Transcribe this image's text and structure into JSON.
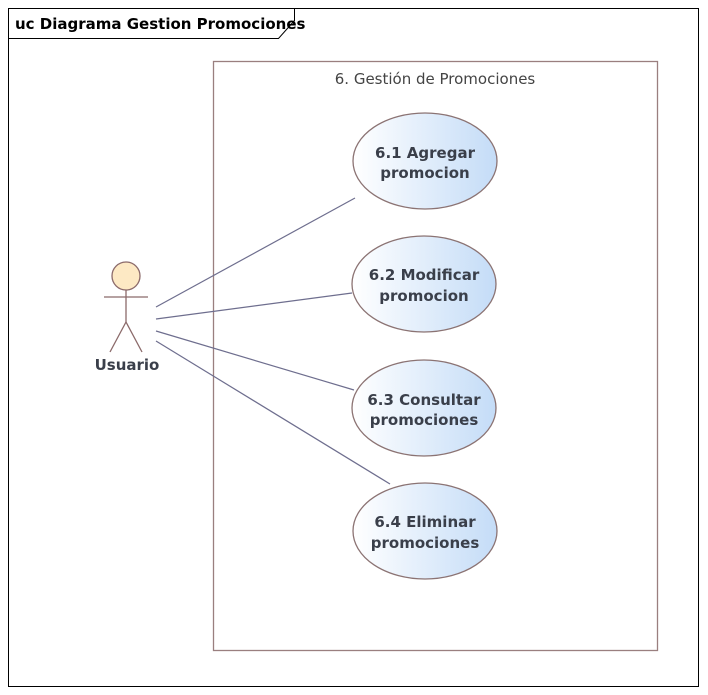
{
  "diagram": {
    "frame_title": "uc Diagrama Gestion Promociones",
    "boundary_title": "6. Gestión de Promociones",
    "actor": {
      "name": "Usuario"
    },
    "use_cases": [
      {
        "line1": "6.1 Agregar",
        "line2": "promocion"
      },
      {
        "line1": "6.2 Modificar",
        "line2": "promocion"
      },
      {
        "line1": "6.3 Consultar",
        "line2": "promociones"
      },
      {
        "line1": "6.4 Eliminar",
        "line2": "promociones"
      }
    ]
  },
  "colors": {
    "frame": "#000000",
    "boundary": "#9a7f7f",
    "association": "#6e6e8e",
    "actor_head": "#fde9c4",
    "actor_stroke": "#8b6a6a",
    "usecase_fill_light": "#ffffff",
    "usecase_fill_dark": "#c4dcf7",
    "usecase_stroke": "#8b7373",
    "text_dark": "#3a3f4a",
    "boundary_text": "#444444"
  }
}
